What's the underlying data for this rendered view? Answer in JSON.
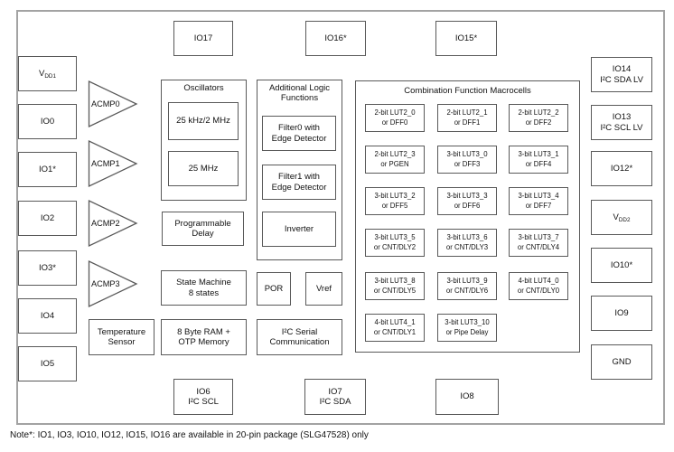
{
  "note": "Note*: IO1, IO3, IO10, IO12, IO15, IO16 are available in 20-pin package (SLG47528) only",
  "acmp": [
    "ACMP0",
    "ACMP1",
    "ACMP2",
    "ACMP3"
  ],
  "pins": {
    "top": [
      "IO17",
      "IO16*",
      "IO15*"
    ],
    "bottom": [
      [
        "IO6",
        "I²C SCL"
      ],
      [
        "IO7",
        "I²C SDA"
      ],
      [
        "IO8"
      ]
    ],
    "left": {
      "vdd1": {
        "base": "V",
        "sub": "DD1"
      },
      "io0": "IO0",
      "io1": "IO1*",
      "io2": "IO2",
      "io3": "IO3*",
      "io4": "IO4",
      "io5": "IO5"
    },
    "right": {
      "io14": [
        "IO14",
        "I²C SDA LV"
      ],
      "io13": [
        "IO13",
        "I²C SCL LV"
      ],
      "io12": "IO12*",
      "vdd2": {
        "base": "V",
        "sub": "DD2"
      },
      "io10": "IO10*",
      "io9": "IO9",
      "gnd": "GND"
    }
  },
  "blocks": {
    "oscillators": {
      "title": "Oscillators",
      "items": [
        "25 kHz/2 MHz",
        "25 MHz"
      ]
    },
    "programmable_delay": [
      "Programmable",
      "Delay"
    ],
    "state_machine": [
      "State Machine",
      "8 states"
    ],
    "ram": [
      "8 Byte RAM +",
      "OTP Memory"
    ],
    "temperature": [
      "Temperature",
      "Sensor"
    ],
    "alf": {
      "title": [
        "Additional Logic",
        "Functions"
      ],
      "filter0": [
        "Filter0 with",
        "Edge Detector"
      ],
      "filter1": [
        "Filter1 with",
        "Edge Detector"
      ],
      "inverter": "Inverter"
    },
    "por": "POR",
    "vref": "Vref",
    "i2c_serial": [
      "I²C Serial",
      "Communication"
    ],
    "cfm": {
      "title": "Combination Function Macrocells",
      "cells": [
        [
          "2-bit LUT2_0",
          "or DFF0"
        ],
        [
          "2-bit LUT2_1",
          "or DFF1"
        ],
        [
          "2-bit LUT2_2",
          "or DFF2"
        ],
        [
          "2-bit LUT2_3",
          "or PGEN"
        ],
        [
          "3-bit LUT3_0",
          "or DFF3"
        ],
        [
          "3-bit LUT3_1",
          "or DFF4"
        ],
        [
          "3-bit LUT3_2",
          "or DFF5"
        ],
        [
          "3-bit LUT3_3",
          "or DFF6"
        ],
        [
          "3-bit LUT3_4",
          "or DFF7"
        ],
        [
          "3-bit LUT3_5",
          "or CNT/DLY2"
        ],
        [
          "3-bit LUT3_6",
          "or CNT/DLY3"
        ],
        [
          "3-bit LUT3_7",
          "or CNT/DLY4"
        ],
        [
          "3-bit LUT3_8",
          "or CNT/DLY5"
        ],
        [
          "3-bit LUT3_9",
          "or CNT/DLY6"
        ],
        [
          "4-bit LUT4_0",
          "or CNT/DLY0"
        ],
        [
          "4-bit LUT4_1",
          "or CNT/DLY1"
        ],
        [
          "3-bit LUT3_10",
          "or Pipe Delay"
        ]
      ]
    }
  }
}
